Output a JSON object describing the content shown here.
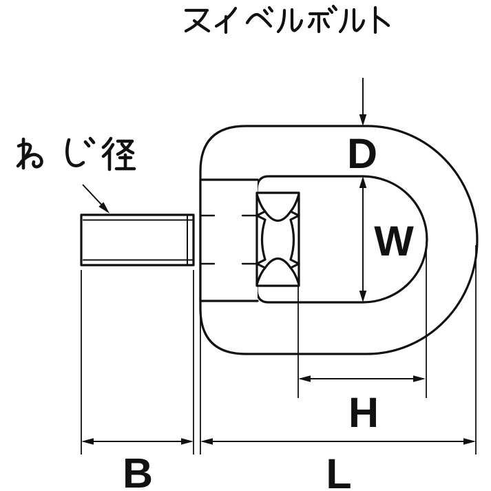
{
  "title": "スイベルボルト",
  "annotations": {
    "thread_label": "ねじ径",
    "dim_D": "D",
    "dim_W": "W",
    "dim_H": "H",
    "dim_B": "B",
    "dim_L": "L"
  },
  "colors": {
    "line": "#111111",
    "background": "#ffffff"
  }
}
